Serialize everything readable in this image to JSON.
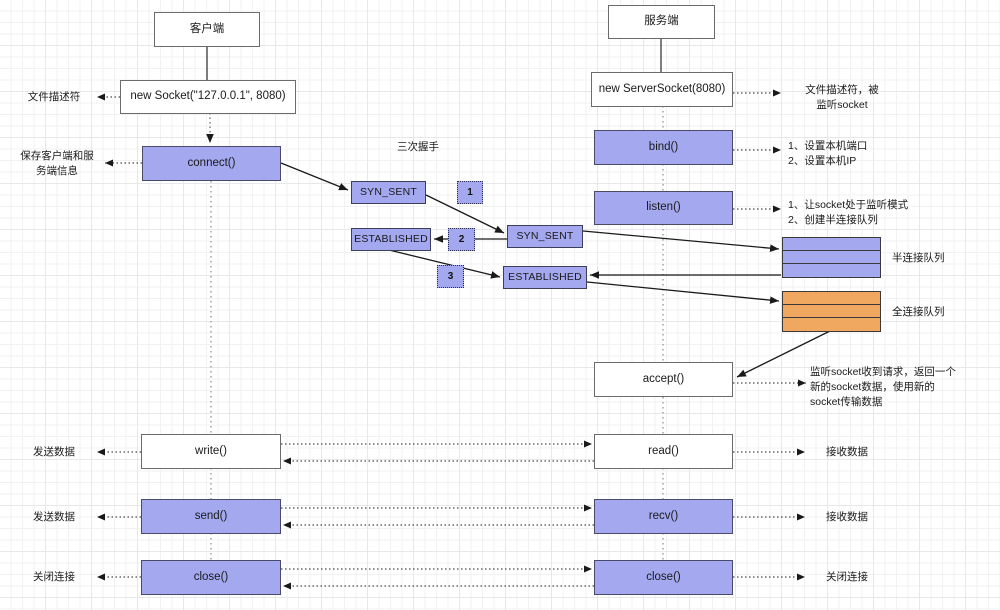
{
  "diagram": {
    "title_hint": "TCP socket client-server flow",
    "handshake_caption": "三次握手",
    "colors": {
      "blue_fill": "#a3a8ef",
      "orange_fill": "#f0a860",
      "white_fill": "#ffffff",
      "stroke": "#3a3a3a",
      "grid": "#e8e8e8"
    }
  },
  "client": {
    "header": "客户端",
    "nodes": [
      {
        "label": "new Socket(\"127.0.0.1\", 8080)",
        "style": "white"
      },
      {
        "label": "connect()",
        "style": "blue"
      },
      {
        "label": "write()",
        "style": "white"
      },
      {
        "label": "send()",
        "style": "blue"
      },
      {
        "label": "close()",
        "style": "blue"
      }
    ],
    "annotations": [
      "文件描述符",
      "保存客户端和服\n务端信息",
      "发送数据",
      "发送数据",
      "关闭连接"
    ],
    "states": [
      {
        "label": "SYN_SENT"
      },
      {
        "label": "ESTABLISHED"
      }
    ]
  },
  "server": {
    "header": "服务端",
    "nodes": [
      {
        "label": "new ServerSocket(8080)",
        "style": "white"
      },
      {
        "label": "bind()",
        "style": "blue"
      },
      {
        "label": "listen()",
        "style": "blue"
      },
      {
        "label": "accept()",
        "style": "white"
      },
      {
        "label": "read()",
        "style": "white"
      },
      {
        "label": "recv()",
        "style": "blue"
      },
      {
        "label": "close()",
        "style": "blue"
      }
    ],
    "annotations": [
      "文件描述符，被\n监听socket",
      "1、设置本机端口\n2、设置本机IP",
      "1、让socket处于监听模式\n2、创建半连接队列",
      "监听socket收到请求，返回一个\n新的socket数据，使用新的\nsocket传输数据",
      "接收数据",
      "接收数据",
      "关闭连接"
    ],
    "states": [
      {
        "label": "SYN_SENT"
      },
      {
        "label": "ESTABLISHED"
      }
    ]
  },
  "handshake": {
    "badges": [
      "1",
      "2",
      "3"
    ]
  },
  "queues": [
    {
      "label": "半连接队列",
      "color": "blue",
      "rows": 3
    },
    {
      "label": "全连接队列",
      "color": "orange",
      "rows": 3
    }
  ]
}
